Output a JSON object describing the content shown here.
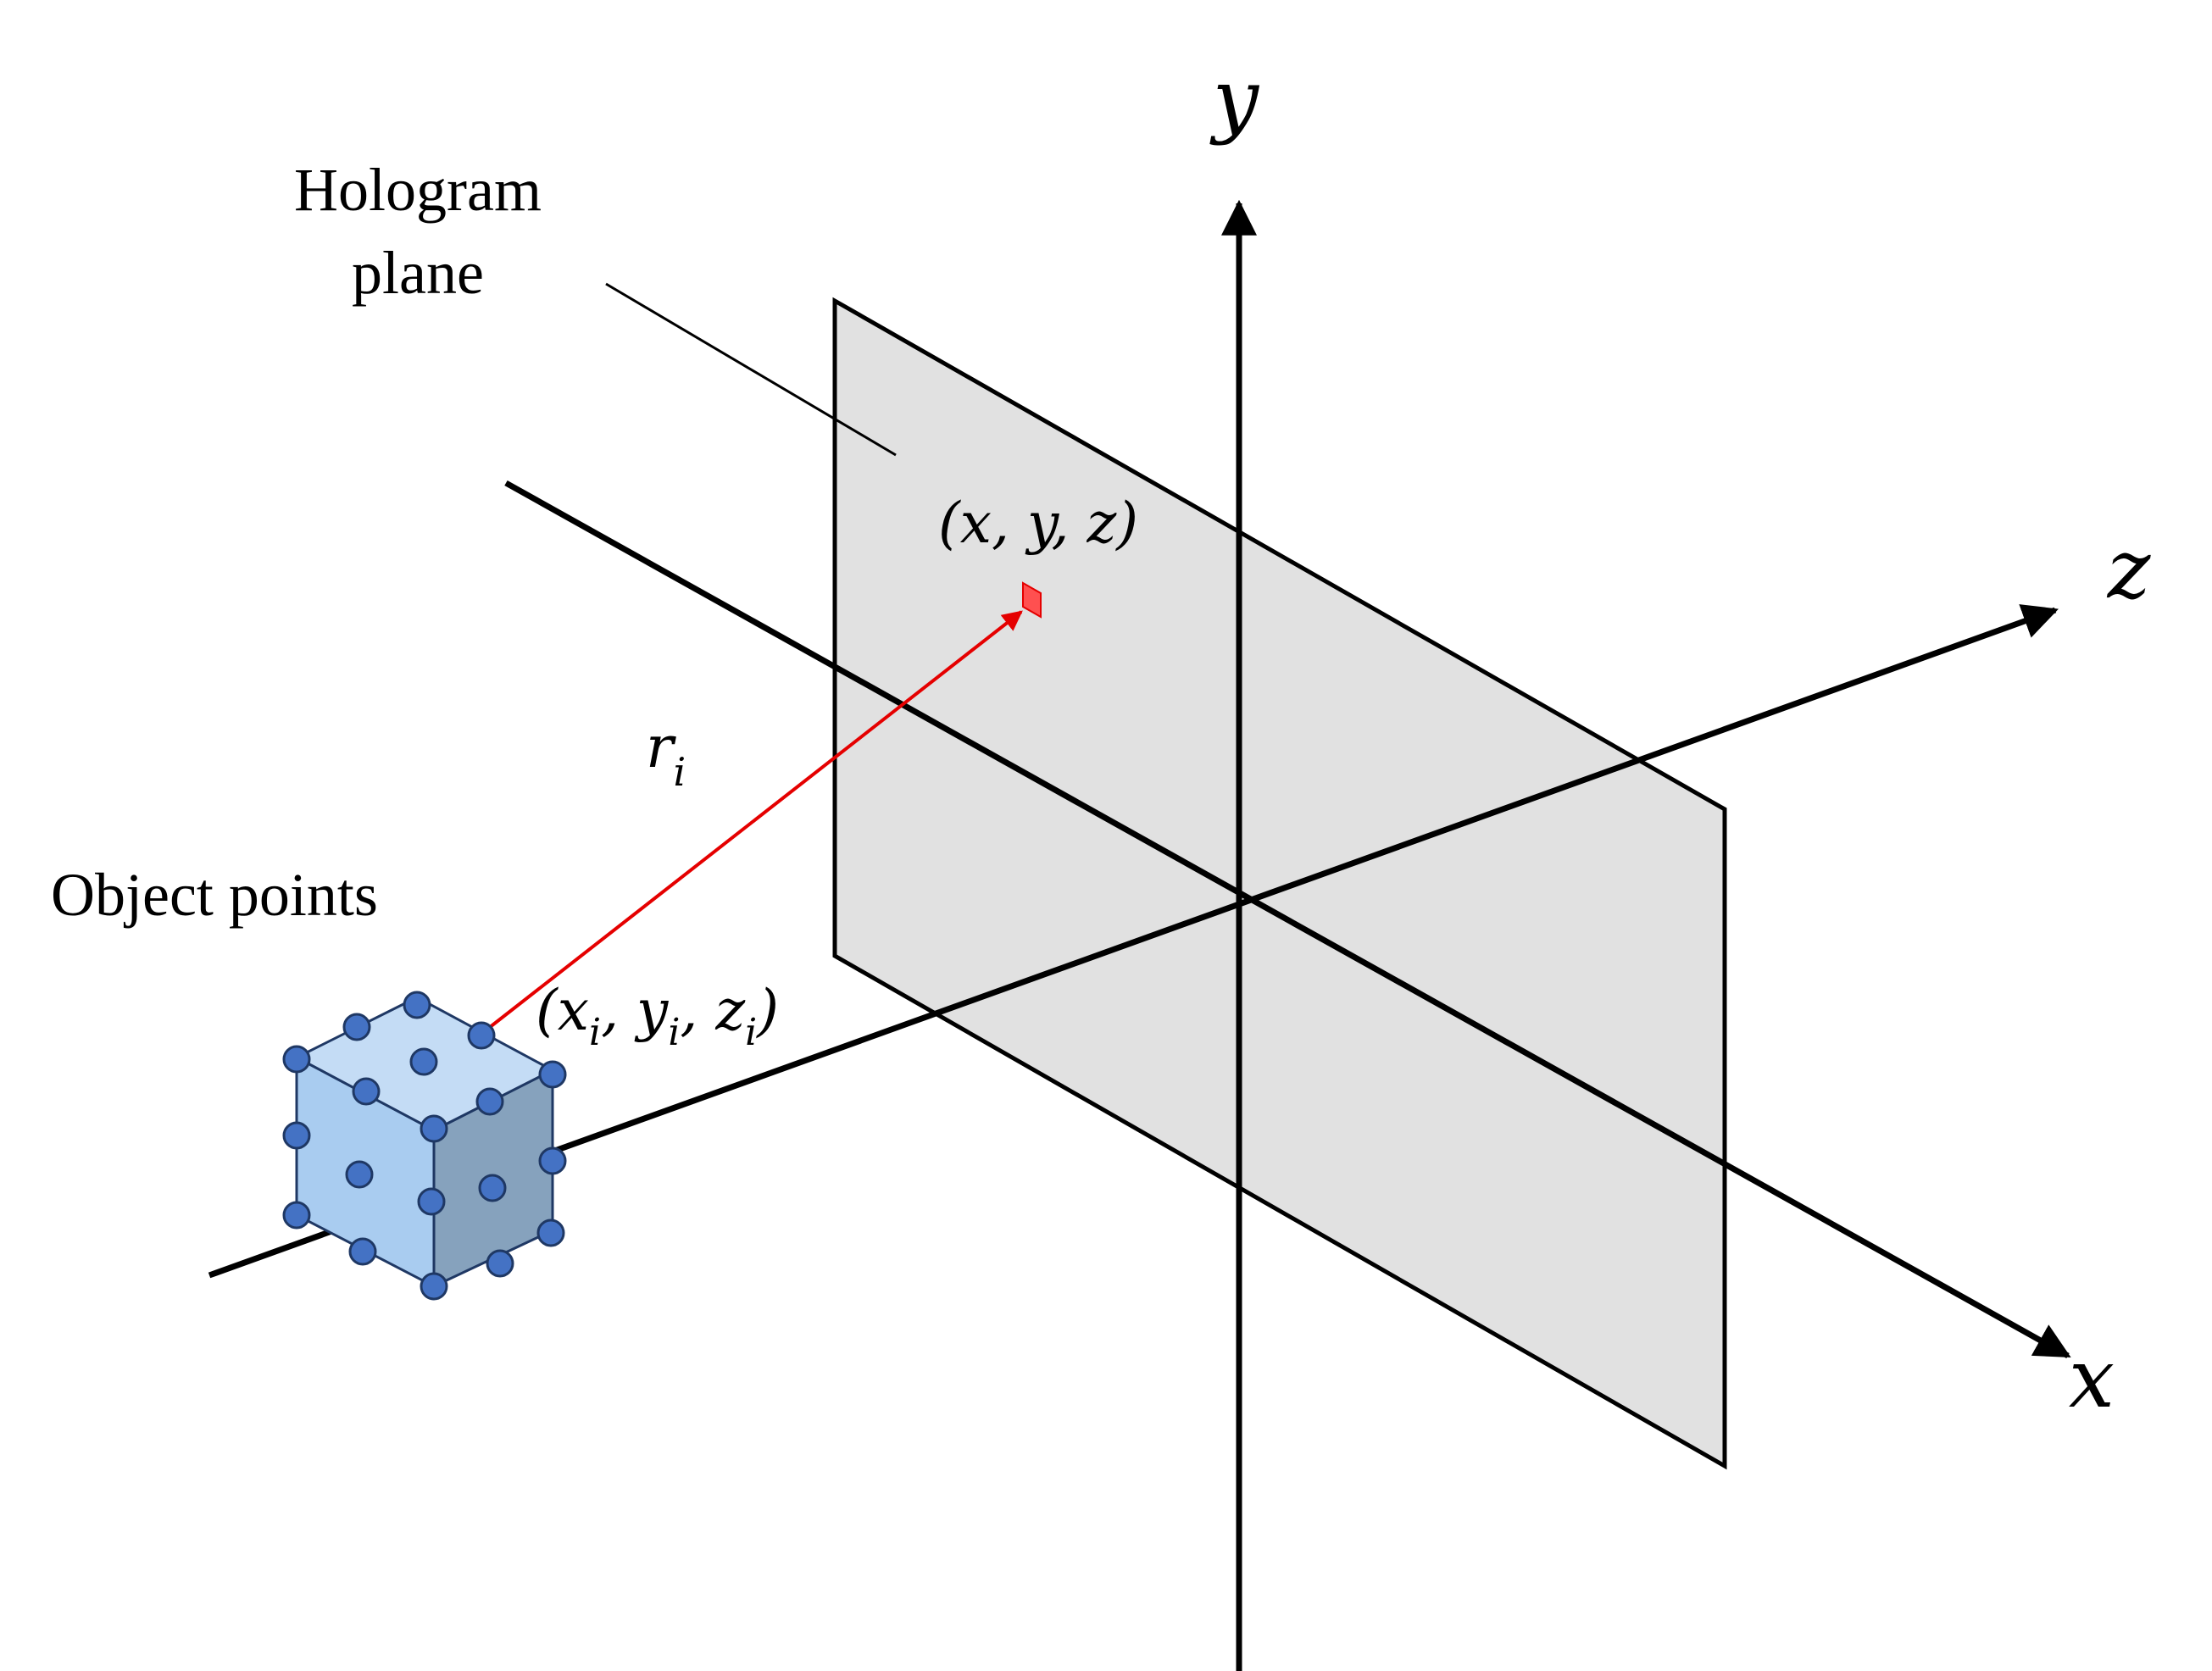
{
  "labels": {
    "hologram_line1": "Hologram",
    "hologram_line2": "plane",
    "object_points": "Object points",
    "axis_y": "y",
    "axis_z": "z",
    "axis_x": "x",
    "point_hologram": "(x, y, z)",
    "distance_main": "r",
    "distance_sub": "i",
    "point_object_open": "(x",
    "point_object_sub1": "i",
    "point_object_mid1": ", y",
    "point_object_sub2": "i",
    "point_object_mid2": ", z",
    "point_object_sub3": "i",
    "point_object_close": ")"
  },
  "colors": {
    "axis": "#000000",
    "plane_fill": "#e1e1e1",
    "ray": "#e50000",
    "cube_light": "#a9ccf0",
    "cube_top": "#c4dcf5",
    "cube_dark": "#86a2bd",
    "dot": "#4472c4",
    "dot_stroke": "#1f3864"
  }
}
